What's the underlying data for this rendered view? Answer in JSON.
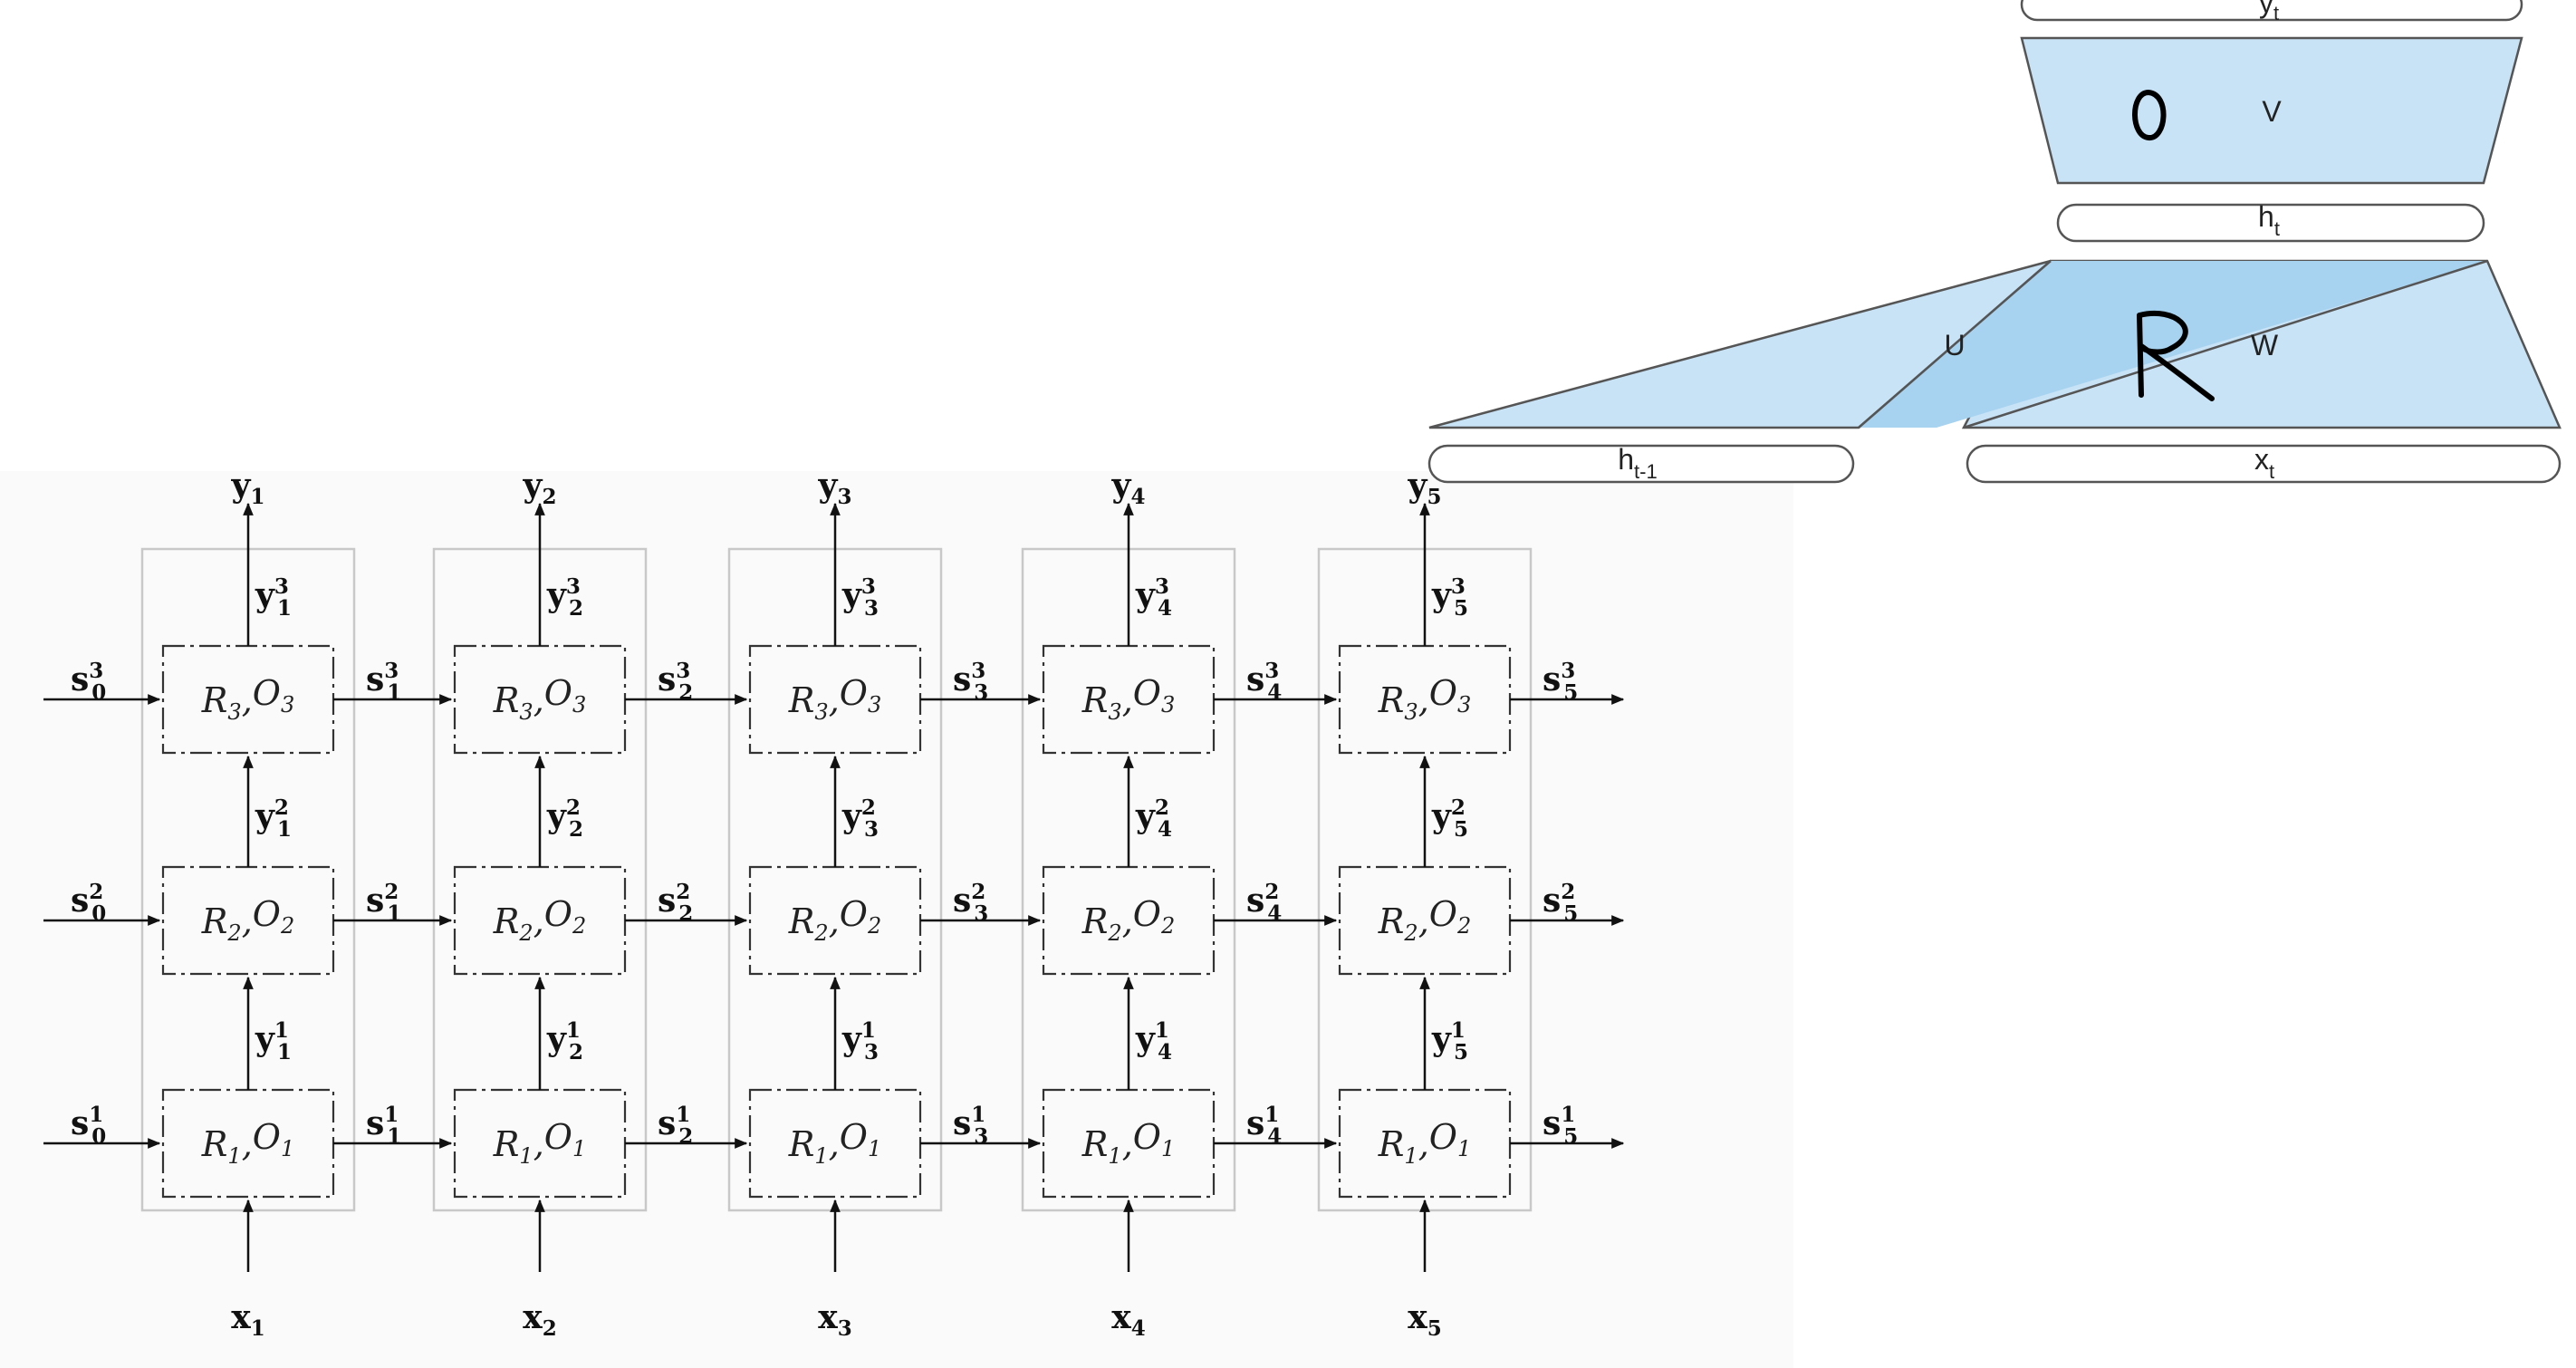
{
  "stacked_rnn": {
    "time_steps": [
      1,
      2,
      3,
      4,
      5
    ],
    "layers": [
      {
        "layer": 3,
        "cell_label": {
          "R": "R",
          "r_sub": "3",
          "sep": ",",
          "O": "O",
          "o_sub": "3"
        }
      },
      {
        "layer": 2,
        "cell_label": {
          "R": "R",
          "r_sub": "2",
          "sep": ",",
          "O": "O",
          "o_sub": "2"
        }
      },
      {
        "layer": 1,
        "cell_label": {
          "R": "R",
          "r_sub": "1",
          "sep": ",",
          "O": "O",
          "o_sub": "1"
        }
      }
    ],
    "input_symbol": "x",
    "output_symbol": "y",
    "state_symbol": "s",
    "intermediate_symbol": "y"
  },
  "rnn_cell_schematic": {
    "output_label": {
      "base": "y",
      "sub": "t"
    },
    "output_weight": "V",
    "hidden_label": {
      "base": "h",
      "sub": "t"
    },
    "recurrent_weight": "U",
    "input_weight": "W",
    "prev_hidden_label": {
      "base": "h",
      "sub": "t-1"
    },
    "input_label": {
      "base": "x",
      "sub": "t"
    },
    "fill_color": "#c9e3f6",
    "overlap_color": "#a7d3f0",
    "stroke_color": "#555555"
  },
  "handwritten_annotations": [
    "O",
    "R"
  ]
}
